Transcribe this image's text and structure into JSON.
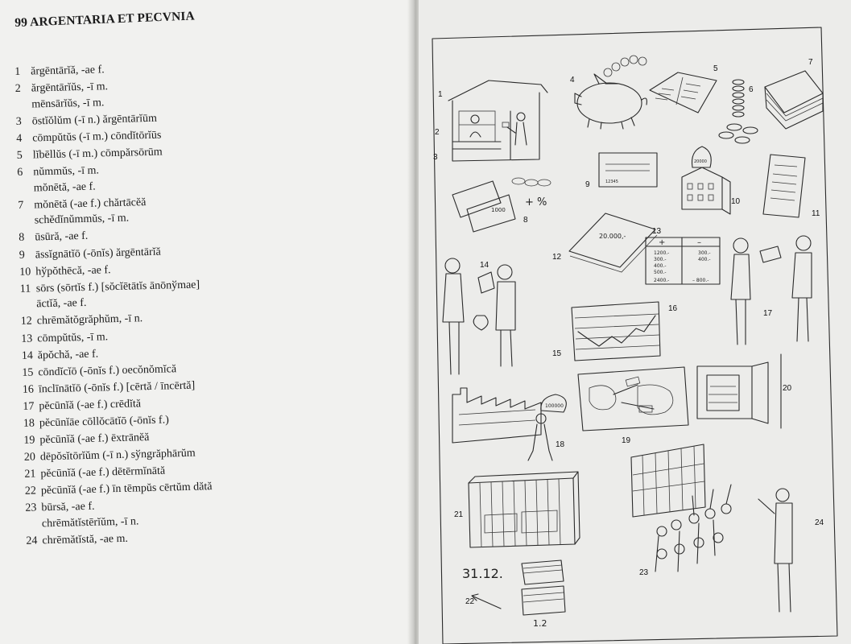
{
  "heading": "99 ARGENTARIA ET PECVNIA",
  "entries": [
    {
      "num": "1",
      "lines": [
        "ărgēntārĭă, -ae f."
      ]
    },
    {
      "num": "2",
      "lines": [
        "ărgēntārĭŭs, -ī m.",
        "mēnsārĭŭs, -ī m."
      ]
    },
    {
      "num": "3",
      "lines": [
        "ōstĭŏlŭm (-ī n.) ărgēntārĭūm"
      ]
    },
    {
      "num": "4",
      "lines": [
        "cōmpŭtŭs (-ī m.) cōndĭtōrĭūs"
      ]
    },
    {
      "num": "5",
      "lines": [
        "lĭbēllŭs (-ī m.) cōmpărsōrūm"
      ]
    },
    {
      "num": "6",
      "lines": [
        "nŭmmŭs, -ī m.",
        "mŏnētă, -ae f."
      ]
    },
    {
      "num": "7",
      "lines": [
        "mŏnētă (-ae f.) chărtācĕă",
        "schĕdĭnŭmmŭs, -ī m."
      ]
    },
    {
      "num": "8",
      "lines": [
        "ūsūră, -ae f."
      ]
    },
    {
      "num": "9",
      "lines": [
        "āssĭgnātĭō (-ōnĭs) ărgēntārĭă"
      ]
    },
    {
      "num": "10",
      "lines": [
        "hўpŏthēcă, -ae f."
      ]
    },
    {
      "num": "11",
      "lines": [
        "sōrs (sōrtĭs f.) [sŏcĭētātĭs ānōnўmae]",
        "āctĭă, -ae f."
      ]
    },
    {
      "num": "12",
      "lines": [
        "chrēmătŏgrăphŭm, -ī n."
      ]
    },
    {
      "num": "13",
      "lines": [
        "cōmpŭtŭs, -ī m."
      ]
    },
    {
      "num": "14",
      "lines": [
        "ăpŏchă, -ae f."
      ]
    },
    {
      "num": "15",
      "lines": [
        "cōndĭcĭō (-ōnĭs f.) oecŏnŏmĭcă"
      ]
    },
    {
      "num": "16",
      "lines": [
        "īnclīnātĭō (-ōnĭs f.) [cērtă / īncērtă]"
      ]
    },
    {
      "num": "17",
      "lines": [
        "pĕcūnĭă (-ae f.) crēdĭtă"
      ]
    },
    {
      "num": "18",
      "lines": [
        "pĕcūnĭāe cōllŏcātĭō (-ōnĭs f.)"
      ]
    },
    {
      "num": "19",
      "lines": [
        "pĕcūnĭă (-ae f.) ēxtrānĕă"
      ]
    },
    {
      "num": "20",
      "lines": [
        "dēpŏsĭtōrĭŭm (-ī n.) sўngrăphārŭm"
      ]
    },
    {
      "num": "21",
      "lines": [
        "pĕcūnĭă (-ae f.) dētērmĭnātă"
      ]
    },
    {
      "num": "22",
      "lines": [
        "pĕcūnĭă (-ae f.) īn tēmpŭs cērtŭm dătă"
      ]
    },
    {
      "num": "23",
      "lines": [
        "būrsă, -ae f.",
        "chrēmătĭstērĭŭm, -ī n."
      ]
    },
    {
      "num": "24",
      "lines": [
        "chrēmătĭstă, -ae m."
      ]
    }
  ],
  "figure_labels": [
    "1",
    "2",
    "3",
    "4",
    "5",
    "6",
    "7",
    "8",
    "9",
    "10",
    "11",
    "12",
    "13",
    "14",
    "15",
    "16",
    "17",
    "18",
    "19",
    "20",
    "21",
    "22",
    "23",
    "24"
  ],
  "handwritten": {
    "date_top": "31.12.",
    "date_bottom": "1.2",
    "plus_percent": "+ %",
    "note_1000": "1000",
    "sack_amount": "100000",
    "book_amount": "20.000,-",
    "ledger_plus": "+",
    "ledger_minus": "–",
    "ledger_left": [
      "1200.-",
      "300.-",
      "400.-",
      "500.-",
      "2400.-"
    ],
    "ledger_right": [
      "300.-",
      "400.-",
      "– 800.-"
    ],
    "coin_amount": "20000",
    "cheque_number": "12345"
  },
  "colors": {
    "paper": "#f1f1ef",
    "ink": "#1b1b1b"
  }
}
